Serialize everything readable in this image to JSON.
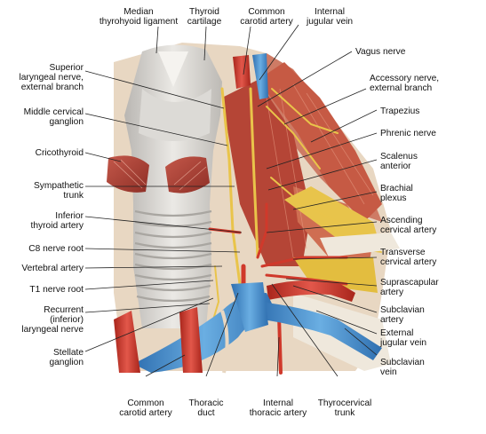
{
  "colors": {
    "background": "#ffffff",
    "label_text": "#111111",
    "leader_line": "#222222",
    "trachea": "#d9d6d2",
    "muscle": "#b8493a",
    "muscle_light": "#d9826a",
    "artery": "#d0392b",
    "vein": "#3d86c6",
    "nerve": "#e9c44a",
    "tissue": "#d8c39a",
    "bone": "#efe8dc"
  },
  "labels": {
    "median_thyrohyoid_ligament": "Median\nthyrohyoid ligament",
    "thyroid_cartilage": "Thyroid\ncartilage",
    "common_carotid_artery_top": "Common\ncarotid artery",
    "internal_jugular_vein": "Internal\njugular vein",
    "vagus_nerve": "Vagus nerve",
    "superior_laryngeal_nerve": "Superior\nlaryngeal nerve,\nexternal branch",
    "accessory_nerve": "Accessory nerve,\nexternal branch",
    "middle_cervical_ganglion": "Middle cervical\nganglion",
    "trapezius": "Trapezius",
    "phrenic_nerve": "Phrenic nerve",
    "cricothyroid": "Cricothyroid",
    "scalenus_anterior": "Scalenus\nanterior",
    "sympathetic_trunk": "Sympathetic\ntrunk",
    "brachial_plexus": "Brachial\nplexus",
    "inferior_thyroid_artery": "Inferior\nthyroid artery",
    "ascending_cervical_artery": "Ascending\ncervical artery",
    "c8_nerve_root": "C8 nerve root",
    "transverse_cervical_artery": "Transverse\ncervical artery",
    "vertebral_artery": "Vertebral artery",
    "suprascapular_artery": "Suprascapular\nartery",
    "t1_nerve_root": "T1 nerve root",
    "recurrent_laryngeal_nerve": "Recurrent\n(inferior)\nlaryngeal nerve",
    "subclavian_artery": "Subclavian\nartery",
    "external_jugular_vein": "External\njugular vein",
    "stellate_ganglion": "Stellate\nganglion",
    "subclavian_vein": "Subclavian\nvein",
    "common_carotid_artery_bottom": "Common\ncarotid artery",
    "thoracic_duct": "Thoracic\nduct",
    "internal_thoracic_artery": "Internal\nthoracic artery",
    "thyrocervical_trunk": "Thyrocervical\ntrunk"
  }
}
